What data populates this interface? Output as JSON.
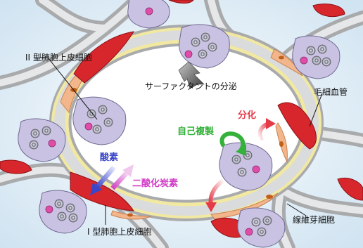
{
  "diagram": {
    "labels": {
      "type2_cell": "II 型肺胞上皮細胞",
      "surfactant": "サーファクタントの分泌",
      "capillary": "毛細血管",
      "differentiation": "分化",
      "self_renewal": "自己複製",
      "oxygen": "酸素",
      "co2": "二酸化炭素",
      "fibroblast": "線維芽細胞",
      "type1_cell": "I 型肺胞上皮細胞"
    },
    "colors": {
      "background": "#cfe3f1",
      "alveolus_lumen": "#ffffff",
      "wall_gray": "#a9aaac",
      "wall_light": "#d9dbdd",
      "basement_yellow": "#f1e8a2",
      "fibroblast_orange": "#f2b68a",
      "capillary_red": "#d7262c",
      "type2_cell_fill": "#c9c2e2",
      "granule_pink": "#e04da8",
      "oxygen_blue": "#3a46c8",
      "co2_magenta": "#d23cc6",
      "self_renewal_green": "#34b13a",
      "differentiation_red": "#e53a48",
      "surfactant_arrow": "#555555"
    }
  }
}
